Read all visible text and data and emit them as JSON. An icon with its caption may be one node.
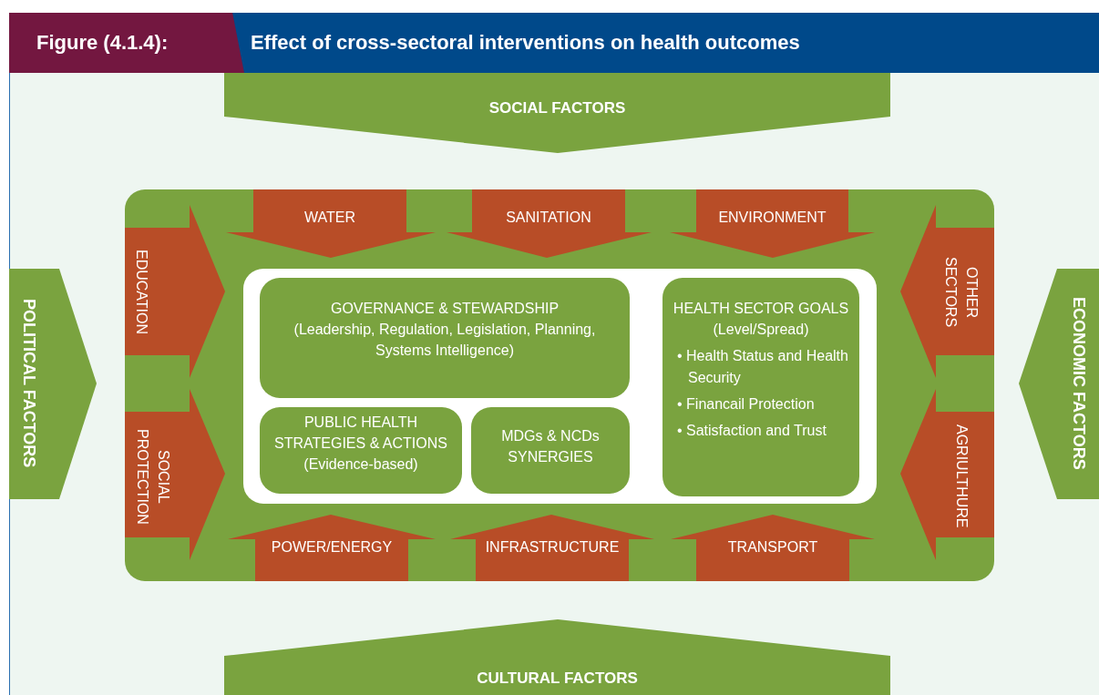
{
  "diagram": {
    "title": "Effect of cross-sectoral interventions on health outcomes",
    "nodes": [
      {
        "text": [
          "SOCIAL FACTORS"
        ]
      },
      {
        "text": [
          "POLITICAL FACTORS"
        ]
      },
      {
        "text": [],
        "shape": "box"
      },
      {
        "text": [
          "WATER"
        ],
        "in": 2
      },
      {
        "text": [
          "SANITATION"
        ],
        "in": 2
      },
      {
        "text": [
          "ENVIRONMENT"
        ],
        "in": 2
      },
      {
        "text": [
          "EDUCATION"
        ],
        "in": 2
      },
      {
        "text": [
          "OTHER SECTORS"
        ],
        "in": 2
      },
      {
        "text": [],
        "shape": "box",
        "in": 2
      },
      {
        "text": [
          "GOVERNANCE & STEWARDSHIP",
          "(Leadership, Regulation, Legislation, Planning, Systems Intelligence)"
        ],
        "in": 8
      },
      {
        "text": [
          "HEALTH SECTOR GOALS (Level/Spread)",
          "• Health Status and Health Security",
          "• Financail Protection",
          "• Satisfaction and Trust"
        ],
        "in": 8
      },
      {
        "text": [
          "PUBLIC HEALTH STRATEGIES & ACTIONS (Evidence-based)"
        ],
        "in": 8
      },
      {
        "text": [
          "MDGs & NCDs SYNERGIES"
        ],
        "in": 8
      },
      {
        "text": [
          "SOCIAL PROTECTION"
        ],
        "in": 2
      },
      {
        "text": [
          "AGRIULTHURE"
        ],
        "in": 2
      },
      {
        "text": [
          "POWER/ENERGY"
        ],
        "in": 2
      },
      {
        "text": [
          "INFRASTRUCTURE"
        ],
        "in": 2
      },
      {
        "text": [
          "TRANSPORT"
        ],
        "in": 2
      },
      {
        "text": [
          "ECONOMIC FACTORS"
        ]
      },
      {
        "text": [
          "CULTURAL FACTORS"
        ]
      }
    ],
    "labels": [
      "Figure (4.1.4):"
    ]
  }
}
